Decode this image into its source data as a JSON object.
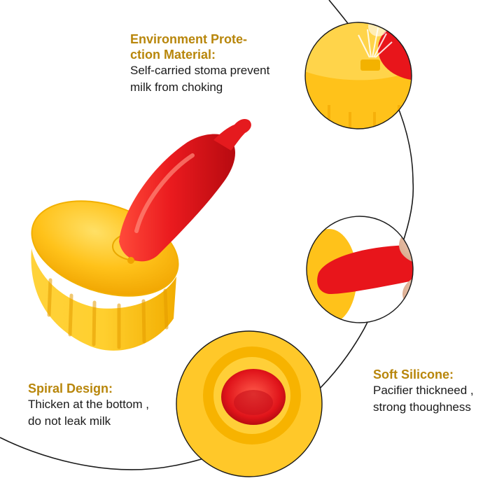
{
  "callouts": {
    "protection": {
      "heading_line1": "Environment Prote-",
      "heading_line2": "ction Material:",
      "body_line1": "Self-carried stoma prevent",
      "body_line2": "milk from choking"
    },
    "spiral": {
      "heading": "Spiral Design:",
      "body_line1": "Thicken at the bottom ,",
      "body_line2": "do not leak milk"
    },
    "silicone": {
      "heading": "Soft Silicone:",
      "body_line1": "Pacifier thickneed ,",
      "body_line2": "strong thoughness"
    }
  },
  "colors": {
    "heading": "#b8860b",
    "text": "#1a1a1a",
    "cap_yellow": "#ffc21a",
    "nipple_red": "#e8151b",
    "ring": "#1a1a1a"
  }
}
